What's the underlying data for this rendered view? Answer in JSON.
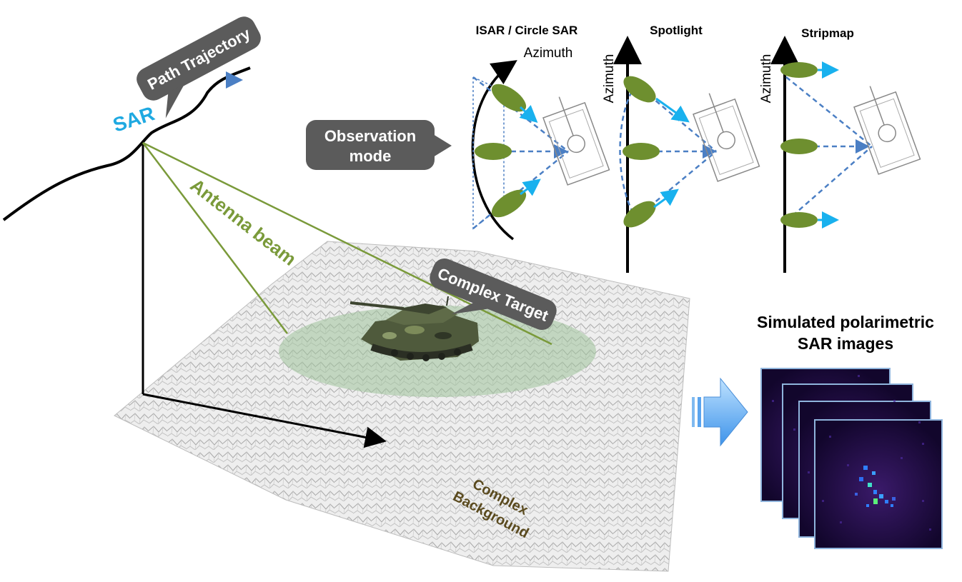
{
  "labels": {
    "path_trajectory": "Path Trajectory",
    "sar": "SAR",
    "antenna_beam": "Antenna beam",
    "observation_mode_line1": "Observation",
    "observation_mode_line2": "mode",
    "complex_target": "Complex Target",
    "complex_background_line1": "Complex",
    "complex_background_line2": "Background",
    "simulated_line1": "Simulated polarimetric",
    "simulated_line2": "SAR images"
  },
  "modes": [
    {
      "title": "ISAR / Circle SAR",
      "axis_label": "Azimuth"
    },
    {
      "title": "Spotlight",
      "axis_label": "Azimuth"
    },
    {
      "title": "Stripmap",
      "axis_label": "Azimuth"
    }
  ],
  "colors": {
    "sar_text": "#1fa9e1",
    "beam_green": "#7a9a3a",
    "callout_bg": "#5b5b5b",
    "arrow_blue": "#19b1ee",
    "dash_blue": "#4b7fc4",
    "antenna_green": "#6e8f2f",
    "background_text": "#5a4a1e",
    "sar_image_bg": "#1c0a3a"
  },
  "icons": [
    "tank-icon",
    "big-blue-arrow-icon"
  ]
}
